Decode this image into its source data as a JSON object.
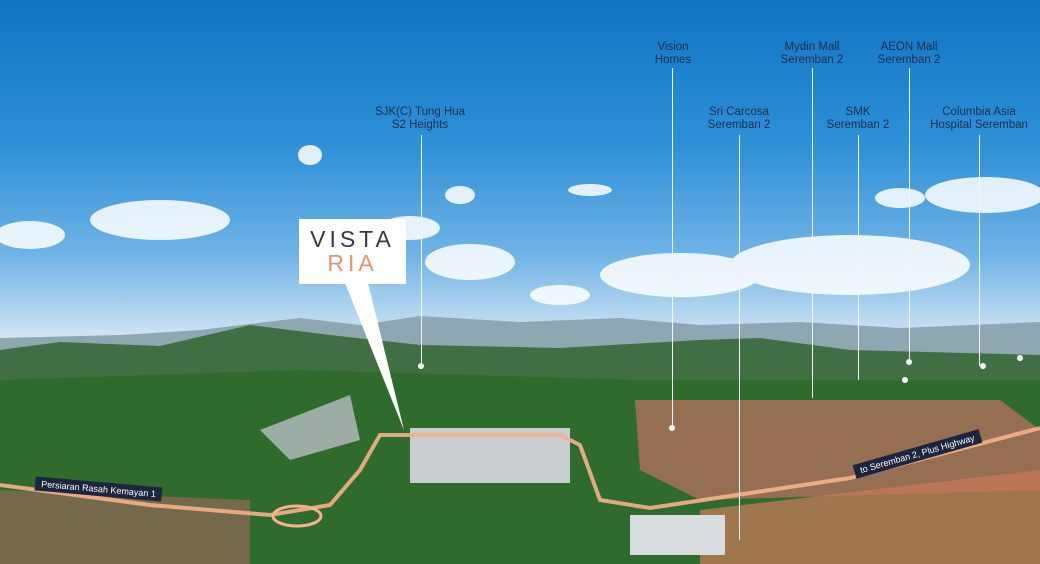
{
  "project_logo": {
    "line1": "VISTA",
    "line2": "RIA"
  },
  "landmarks": [
    {
      "name": "Vision Homes",
      "line1": "Vision",
      "line2": "Homes"
    },
    {
      "name": "Mydin Mall Seremban 2",
      "line1": "Mydin Mall",
      "line2": "Seremban 2"
    },
    {
      "name": "AEON Mall Seremban 2",
      "line1": "AEON Mall",
      "line2": "Seremban 2"
    },
    {
      "name": "SJK(C) Tung Hua S2 Heights",
      "line1": "SJK(C) Tung Hua",
      "line2": "S2 Heights"
    },
    {
      "name": "Sri Carcosa Seremban 2",
      "line1": "Sri Carcosa",
      "line2": "Seremban 2"
    },
    {
      "name": "SMK Seremban 2",
      "line1": "SMK",
      "line2": "Seremban 2"
    },
    {
      "name": "Columbia Asia Hospital Seremban",
      "line1": "Columbia Asia",
      "line2": "Hospital Seremban"
    }
  ],
  "roads": {
    "left": "Persiaran Rasah Kemayan 1",
    "right": "to Seremban 2, Plus Highway"
  },
  "colors": {
    "road_glow": "#f7b08a",
    "logo_accent": "#e0956a",
    "label_text": "#1f2d4a",
    "tag_bg": "#1c2540"
  }
}
